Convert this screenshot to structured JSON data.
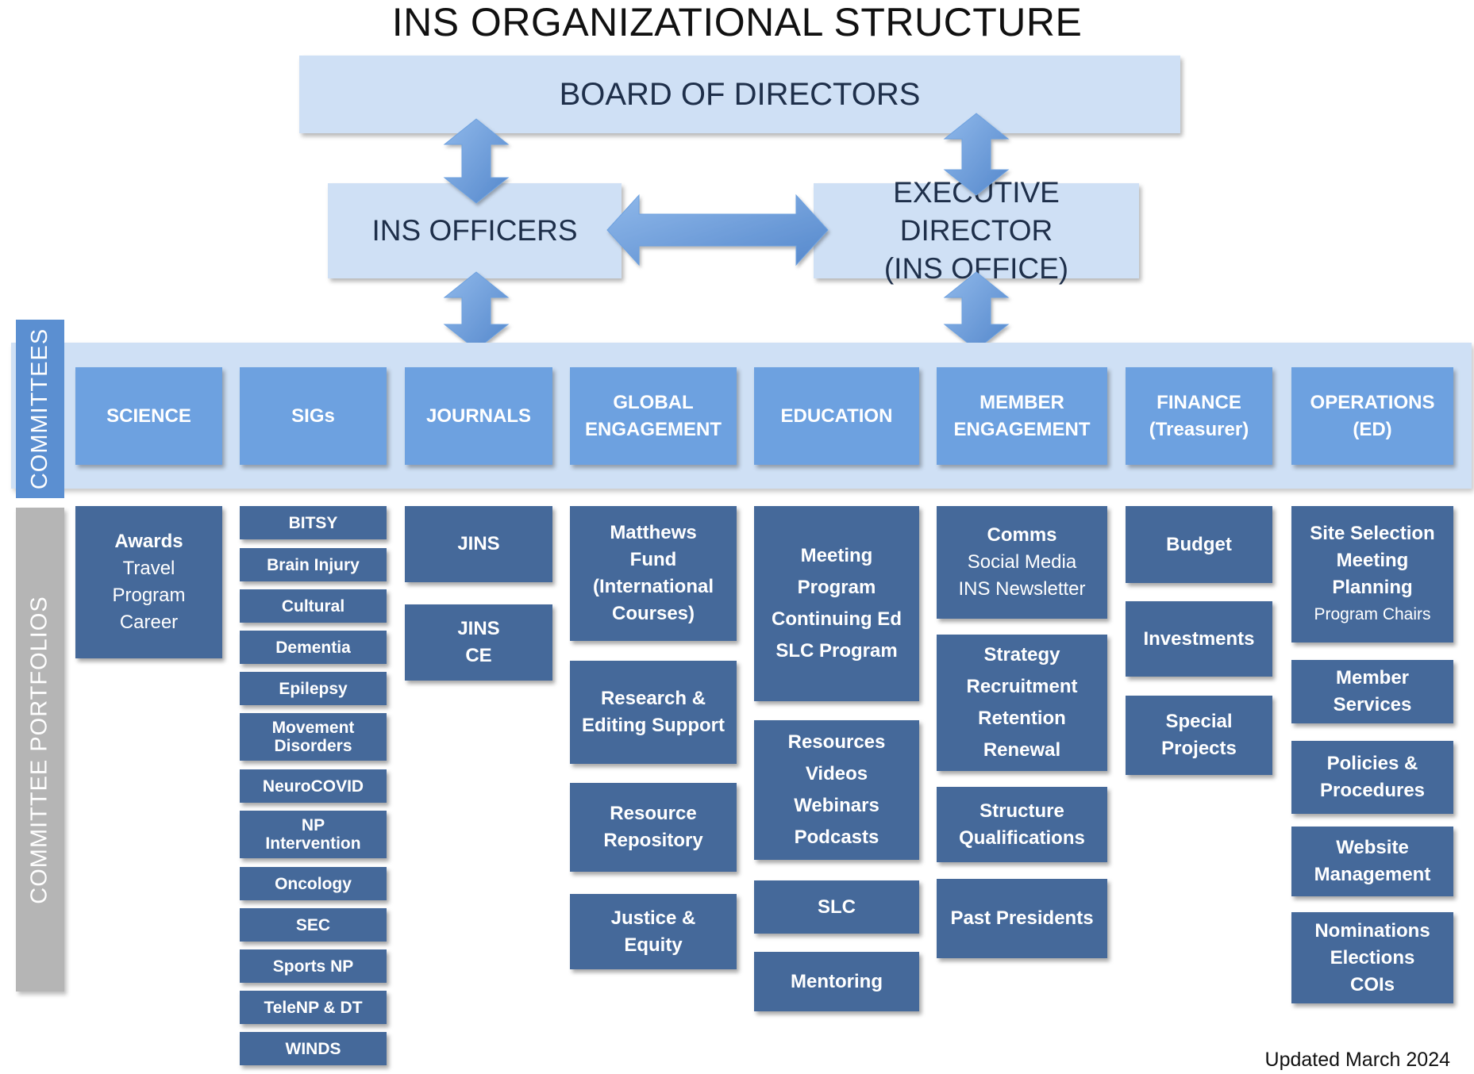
{
  "title": "INS ORGANIZATIONAL STRUCTURE",
  "top": {
    "board": "BOARD OF DIRECTORS",
    "officers": "INS OFFICERS",
    "executive_line1": "EXECUTIVE DIRECTOR",
    "executive_line2": "(INS OFFICE)"
  },
  "side_labels": {
    "committees": "COMMITTEES",
    "portfolios": "COMMITTEE PORTFOLIOS"
  },
  "committees": [
    {
      "id": "science",
      "lines": [
        "SCIENCE"
      ]
    },
    {
      "id": "sigs",
      "lines": [
        "SIGs"
      ]
    },
    {
      "id": "journals",
      "lines": [
        "JOURNALS"
      ]
    },
    {
      "id": "global-engagement",
      "lines": [
        "GLOBAL",
        "ENGAGEMENT"
      ]
    },
    {
      "id": "education",
      "lines": [
        "EDUCATION"
      ]
    },
    {
      "id": "member-engagement",
      "lines": [
        "MEMBER",
        "ENGAGEMENT"
      ]
    },
    {
      "id": "finance",
      "lines": [
        "FINANCE",
        "(Treasurer)"
      ]
    },
    {
      "id": "operations",
      "lines": [
        "OPERATIONS",
        "(ED)"
      ]
    }
  ],
  "portfolios": {
    "science": [
      {
        "lines": [
          {
            "t": "Awards",
            "b": true
          },
          {
            "t": "Travel"
          },
          {
            "t": "Program"
          },
          {
            "t": "Career"
          }
        ]
      }
    ],
    "sigs": [
      {
        "lines": [
          {
            "t": "BITSY",
            "b": true
          }
        ]
      },
      {
        "lines": [
          {
            "t": "Brain Injury",
            "b": true
          }
        ]
      },
      {
        "lines": [
          {
            "t": "Cultural",
            "b": true
          }
        ]
      },
      {
        "lines": [
          {
            "t": "Dementia",
            "b": true
          }
        ]
      },
      {
        "lines": [
          {
            "t": "Epilepsy",
            "b": true
          }
        ]
      },
      {
        "lines": [
          {
            "t": "Movement",
            "b": true
          },
          {
            "t": "Disorders",
            "b": true
          }
        ]
      },
      {
        "lines": [
          {
            "t": "NeuroCOVID",
            "b": true
          }
        ]
      },
      {
        "lines": [
          {
            "t": "NP",
            "b": true
          },
          {
            "t": "Intervention",
            "b": true
          }
        ]
      },
      {
        "lines": [
          {
            "t": "Oncology",
            "b": true
          }
        ]
      },
      {
        "lines": [
          {
            "t": "SEC",
            "b": true
          }
        ]
      },
      {
        "lines": [
          {
            "t": "Sports NP",
            "b": true
          }
        ]
      },
      {
        "lines": [
          {
            "t": "TeleNP & DT",
            "b": true
          }
        ]
      },
      {
        "lines": [
          {
            "t": "WINDS",
            "b": true
          }
        ]
      }
    ],
    "journals": [
      {
        "lines": [
          {
            "t": "JINS",
            "b": true
          }
        ]
      },
      {
        "lines": [
          {
            "t": "JINS",
            "b": true
          },
          {
            "t": "CE",
            "b": true
          }
        ]
      }
    ],
    "global-engagement": [
      {
        "lines": [
          {
            "t": "Matthews",
            "b": true
          },
          {
            "t": "Fund",
            "b": true
          },
          {
            "t": "(International",
            "b": true
          },
          {
            "t": "Courses)",
            "b": true
          }
        ]
      },
      {
        "lines": [
          {
            "t": "Research &",
            "b": true
          },
          {
            "t": "Editing Support",
            "b": true
          }
        ]
      },
      {
        "lines": [
          {
            "t": "Resource",
            "b": true
          },
          {
            "t": "Repository",
            "b": true
          }
        ]
      },
      {
        "lines": [
          {
            "t": "Justice &",
            "b": true
          },
          {
            "t": "Equity",
            "b": true
          }
        ]
      }
    ],
    "education": [
      {
        "lines": [
          {
            "t": "Meeting",
            "b": true
          },
          {
            "t": "Program",
            "b": true
          },
          {
            "t": "Continuing Ed",
            "b": true
          },
          {
            "t": "SLC Program",
            "b": true
          }
        ]
      },
      {
        "lines": [
          {
            "t": "Resources",
            "b": true
          },
          {
            "t": "Videos",
            "b": true
          },
          {
            "t": "Webinars",
            "b": true
          },
          {
            "t": "Podcasts",
            "b": true
          }
        ]
      },
      {
        "lines": [
          {
            "t": "SLC",
            "b": true
          }
        ]
      },
      {
        "lines": [
          {
            "t": "Mentoring",
            "b": true
          }
        ]
      }
    ],
    "member-engagement": [
      {
        "lines": [
          {
            "t": "Comms",
            "b": true
          },
          {
            "t": "Social Media"
          },
          {
            "t": "INS Newsletter"
          }
        ]
      },
      {
        "lines": [
          {
            "t": "Strategy",
            "b": true
          },
          {
            "t": "Recruitment",
            "b": true
          },
          {
            "t": "Retention",
            "b": true
          },
          {
            "t": "Renewal",
            "b": true
          }
        ]
      },
      {
        "lines": [
          {
            "t": "Structure",
            "b": true
          },
          {
            "t": "Qualifications",
            "b": true
          }
        ]
      },
      {
        "lines": [
          {
            "t": "Past Presidents",
            "b": true
          }
        ]
      }
    ],
    "finance": [
      {
        "lines": [
          {
            "t": "Budget",
            "b": true
          }
        ]
      },
      {
        "lines": [
          {
            "t": "Investments",
            "b": true
          }
        ]
      },
      {
        "lines": [
          {
            "t": "Special",
            "b": true
          },
          {
            "t": "Projects",
            "b": true
          }
        ]
      }
    ],
    "operations": [
      {
        "lines": [
          {
            "t": "Site Selection",
            "b": true
          },
          {
            "t": "Meeting",
            "b": true
          },
          {
            "t": "Planning",
            "b": true
          },
          {
            "t": "Program Chairs",
            "sm": true
          }
        ]
      },
      {
        "lines": [
          {
            "t": "Member",
            "b": true
          },
          {
            "t": "Services",
            "b": true
          }
        ]
      },
      {
        "lines": [
          {
            "t": "Policies &",
            "b": true
          },
          {
            "t": "Procedures",
            "b": true
          }
        ]
      },
      {
        "lines": [
          {
            "t": "Website",
            "b": true
          },
          {
            "t": "Management",
            "b": true
          }
        ]
      },
      {
        "lines": [
          {
            "t": "Nominations",
            "b": true
          },
          {
            "t": "Elections",
            "b": true
          },
          {
            "t": "COIs",
            "b": true
          }
        ]
      }
    ]
  },
  "footer": "Updated March 2024",
  "colors": {
    "light_box": "#cfe0f5",
    "committee": "#6da1e0",
    "portfolio": "#45699a",
    "arrow": "#6da1e0",
    "committees_tab": "#5b8fd1",
    "portfolios_tab": "#b5b5b5"
  }
}
